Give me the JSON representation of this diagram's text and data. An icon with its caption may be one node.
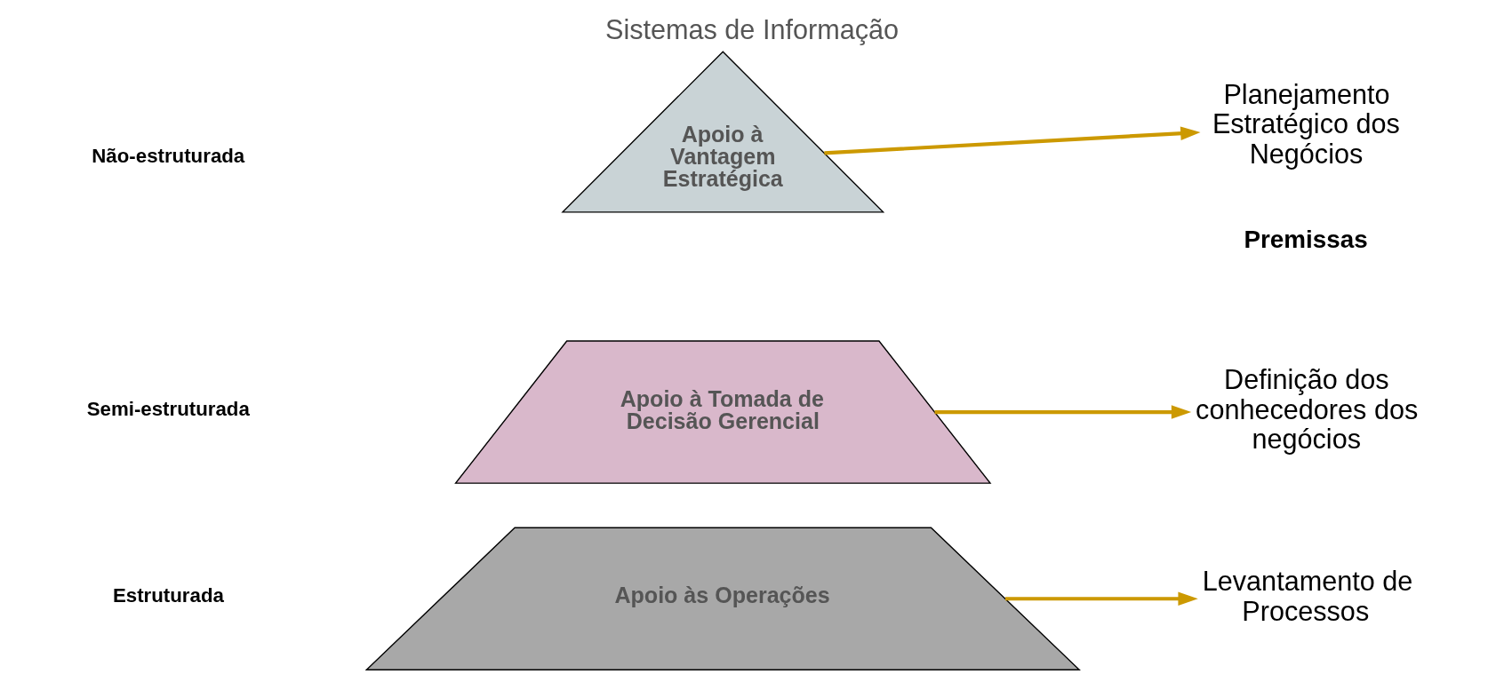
{
  "diagram": {
    "title": "Sistemas de Informação",
    "nodes": [
      {
        "text": [
          "Apoio à Vantagem Estratégica"
        ]
      },
      {
        "text": [
          "Planejamento Estratégico dos Negócios"
        ]
      },
      {
        "text": [
          "Apoio à Tomada de Decisão Gerencial"
        ]
      },
      {
        "text": [
          "Definição dos conhecedores dos negócios"
        ]
      },
      {
        "text": [
          "Apoio às Operações"
        ]
      },
      {
        "text": [
          "Levantamento de Processos"
        ]
      }
    ],
    "edges": [
      {
        "from": 0,
        "to": 1,
        "arrow": "to"
      },
      {
        "from": 2,
        "to": 3,
        "arrow": "to"
      },
      {
        "from": 4,
        "to": 5,
        "arrow": "to"
      }
    ],
    "labels": [
      "Premissas",
      "Não-estruturada",
      "Semi-estruturada",
      "Estruturada"
    ]
  }
}
